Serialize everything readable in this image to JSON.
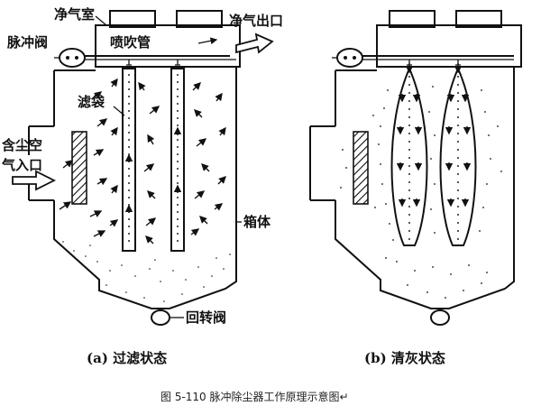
{
  "left_panel": {
    "clean_air_chamber": "净气室",
    "pulse_valve": "脉冲阀",
    "blow_pipe": "喷吹管",
    "clean_air_outlet": "净气出口",
    "filter_bag": "滤袋",
    "dusty_inlet_line1": "含尘空",
    "dusty_inlet_line2": "气入口",
    "housing": "箱体",
    "rotary_valve": "回转阀",
    "caption": "(a)  过滤状态"
  },
  "right_panel": {
    "caption": "(b)  清灰状态"
  },
  "figure_caption": "图 5-110   脉冲除尘器工作原理示意图↵"
}
